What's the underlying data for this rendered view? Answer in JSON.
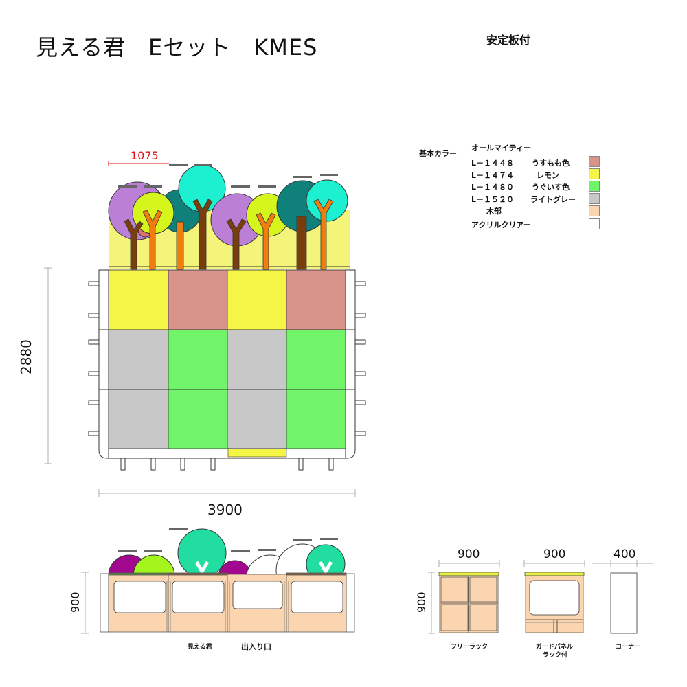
{
  "header": {
    "title": "見える君　Eセット　KMES",
    "subtitle": "安定板付"
  },
  "legend": {
    "heading": "基本カラー",
    "brand": "オールマイティー",
    "items": [
      {
        "code": "L－１４４８",
        "name": "うすもも色",
        "color": "#d9948a"
      },
      {
        "code": "L－１４７４",
        "name": "レモン",
        "color": "#f5f548"
      },
      {
        "code": "L－１４８０",
        "name": "うぐいす色",
        "color": "#72f46a"
      },
      {
        "code": "L－１５２０",
        "name": "ライトグレー",
        "color": "#c8c8c8"
      },
      {
        "code": "",
        "name": "木部",
        "color": "#fbd5b0"
      },
      {
        "code": "",
        "name": "アクリルクリアー",
        "color": "#ffffff"
      }
    ]
  },
  "dimensions": {
    "top_width_red": "1075",
    "front_height": "2880",
    "front_width": "3900",
    "bottom_height": "900",
    "rack1_width": "900",
    "rack1_height": "900",
    "rack2_width": "900",
    "corner_width": "400"
  },
  "captions": {
    "mieru_kun": "見える君",
    "entrance": "出入り口",
    "free_rack": "フリーラック",
    "guard_panel_line1": "ガードパネル",
    "guard_panel_line2": "ラック付",
    "corner": "コーナー"
  },
  "colors": {
    "pink": "#d9948a",
    "lemon": "#f5f548",
    "green": "#72f46a",
    "gray": "#c8c8c8",
    "wood": "#fbd5b0",
    "back_panel": "#f4f47a",
    "purple_tree": "#bb7fd6",
    "lime_tree": "#d6f51c",
    "teal_dark": "#0f807a",
    "cyan_tree": "#1cf0d0",
    "trunk_brown": "#7a3d0c",
    "trunk_orange": "#ef7d10",
    "magenta_tree": "#a3078f",
    "lime_tree2": "#a3f51c",
    "mint_tree": "#22dda0"
  }
}
